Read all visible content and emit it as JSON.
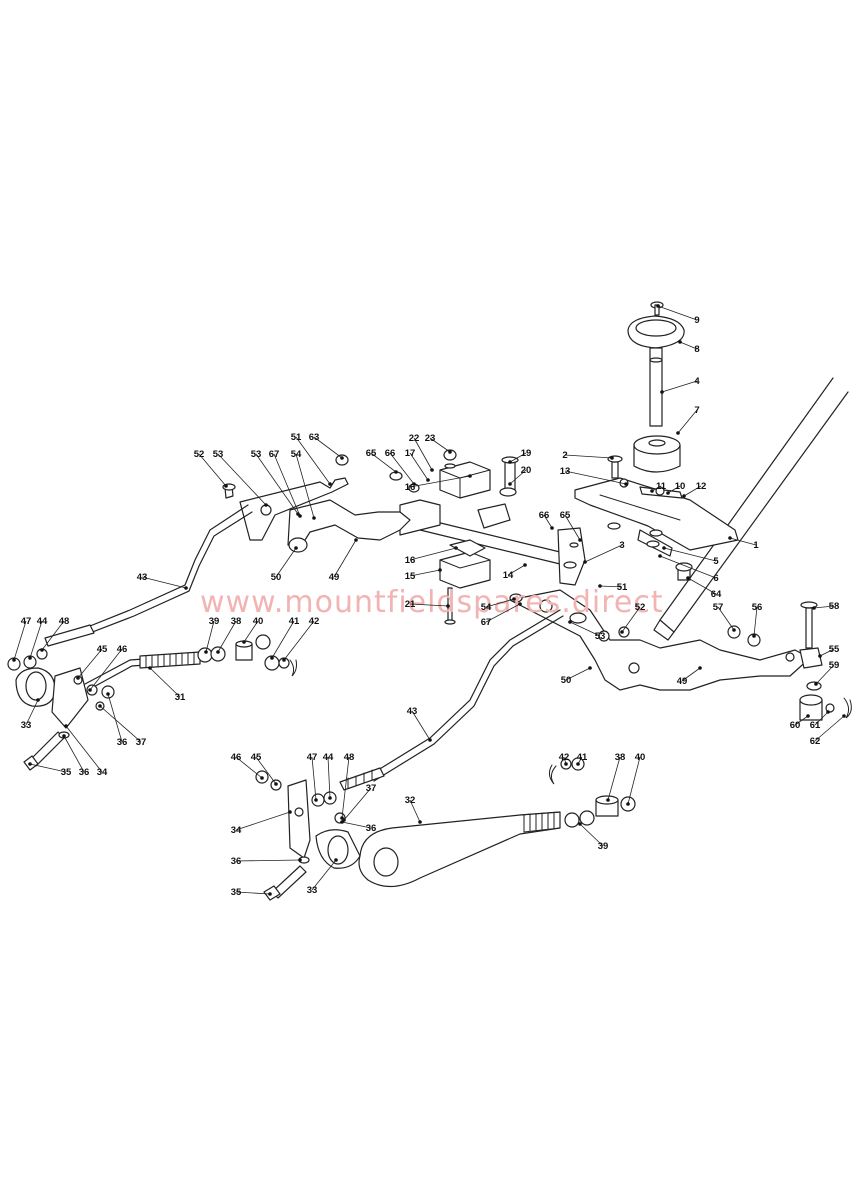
{
  "diagram": {
    "watermark": "www.mountfieldspares.direct",
    "callouts": [
      {
        "label": "9"
      },
      {
        "label": "8"
      },
      {
        "label": "4"
      },
      {
        "label": "7"
      },
      {
        "label": "2"
      },
      {
        "label": "13"
      },
      {
        "label": "11"
      },
      {
        "label": "10"
      },
      {
        "label": "12"
      },
      {
        "label": "1"
      },
      {
        "label": "5"
      },
      {
        "label": "6"
      },
      {
        "label": "64"
      },
      {
        "label": "3"
      },
      {
        "label": "51"
      },
      {
        "label": "52"
      },
      {
        "label": "53"
      },
      {
        "label": "54"
      },
      {
        "label": "67"
      },
      {
        "label": "66"
      },
      {
        "label": "65"
      },
      {
        "label": "19"
      },
      {
        "label": "20"
      },
      {
        "label": "22"
      },
      {
        "label": "23"
      },
      {
        "label": "65"
      },
      {
        "label": "66"
      },
      {
        "label": "17"
      },
      {
        "label": "16"
      },
      {
        "label": "16"
      },
      {
        "label": "15"
      },
      {
        "label": "14"
      },
      {
        "label": "21"
      },
      {
        "label": "52"
      },
      {
        "label": "53"
      },
      {
        "label": "53"
      },
      {
        "label": "67"
      },
      {
        "label": "51"
      },
      {
        "label": "63"
      },
      {
        "label": "54"
      },
      {
        "label": "50"
      },
      {
        "label": "49"
      },
      {
        "label": "43"
      },
      {
        "label": "47"
      },
      {
        "label": "44"
      },
      {
        "label": "48"
      },
      {
        "label": "45"
      },
      {
        "label": "46"
      },
      {
        "label": "39"
      },
      {
        "label": "38"
      },
      {
        "label": "40"
      },
      {
        "label": "41"
      },
      {
        "label": "42"
      },
      {
        "label": "31"
      },
      {
        "label": "33"
      },
      {
        "label": "36"
      },
      {
        "label": "37"
      },
      {
        "label": "35"
      },
      {
        "label": "36"
      },
      {
        "label": "34"
      },
      {
        "label": "57"
      },
      {
        "label": "56"
      },
      {
        "label": "58"
      },
      {
        "label": "55"
      },
      {
        "label": "59"
      },
      {
        "label": "50"
      },
      {
        "label": "49"
      },
      {
        "label": "60"
      },
      {
        "label": "61"
      },
      {
        "label": "62"
      },
      {
        "label": "43"
      },
      {
        "label": "46"
      },
      {
        "label": "45"
      },
      {
        "label": "47"
      },
      {
        "label": "44"
      },
      {
        "label": "48"
      },
      {
        "label": "37"
      },
      {
        "label": "36"
      },
      {
        "label": "34"
      },
      {
        "label": "36"
      },
      {
        "label": "35"
      },
      {
        "label": "33"
      },
      {
        "label": "32"
      },
      {
        "label": "42"
      },
      {
        "label": "41"
      },
      {
        "label": "38"
      },
      {
        "label": "40"
      },
      {
        "label": "39"
      }
    ]
  }
}
